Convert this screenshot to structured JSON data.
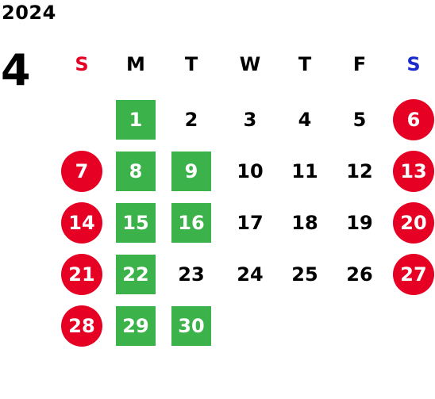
{
  "calendar": {
    "year": "2024",
    "month": "4",
    "colors": {
      "sunday_header": "#e60023",
      "saturday_header": "#1a2ccc",
      "holiday_circle": "#e60023",
      "highlight_square": "#3cb34a"
    },
    "weekdays": [
      "S",
      "M",
      "T",
      "W",
      "T",
      "F",
      "S"
    ],
    "weeks": [
      [
        {
          "day": "",
          "style": "empty"
        },
        {
          "day": "1",
          "style": "green"
        },
        {
          "day": "2",
          "style": "plain"
        },
        {
          "day": "3",
          "style": "plain"
        },
        {
          "day": "4",
          "style": "plain"
        },
        {
          "day": "5",
          "style": "plain"
        },
        {
          "day": "6",
          "style": "red"
        }
      ],
      [
        {
          "day": "7",
          "style": "red"
        },
        {
          "day": "8",
          "style": "green"
        },
        {
          "day": "9",
          "style": "green"
        },
        {
          "day": "10",
          "style": "plain"
        },
        {
          "day": "11",
          "style": "plain"
        },
        {
          "day": "12",
          "style": "plain"
        },
        {
          "day": "13",
          "style": "red"
        }
      ],
      [
        {
          "day": "14",
          "style": "red"
        },
        {
          "day": "15",
          "style": "green"
        },
        {
          "day": "16",
          "style": "green"
        },
        {
          "day": "17",
          "style": "plain"
        },
        {
          "day": "18",
          "style": "plain"
        },
        {
          "day": "19",
          "style": "plain"
        },
        {
          "day": "20",
          "style": "red"
        }
      ],
      [
        {
          "day": "21",
          "style": "red"
        },
        {
          "day": "22",
          "style": "green"
        },
        {
          "day": "23",
          "style": "plain"
        },
        {
          "day": "24",
          "style": "plain"
        },
        {
          "day": "25",
          "style": "plain"
        },
        {
          "day": "26",
          "style": "plain"
        },
        {
          "day": "27",
          "style": "red"
        }
      ],
      [
        {
          "day": "28",
          "style": "red"
        },
        {
          "day": "29",
          "style": "green"
        },
        {
          "day": "30",
          "style": "green"
        },
        {
          "day": "",
          "style": "empty"
        },
        {
          "day": "",
          "style": "empty"
        },
        {
          "day": "",
          "style": "empty"
        },
        {
          "day": "",
          "style": "empty"
        }
      ]
    ]
  }
}
